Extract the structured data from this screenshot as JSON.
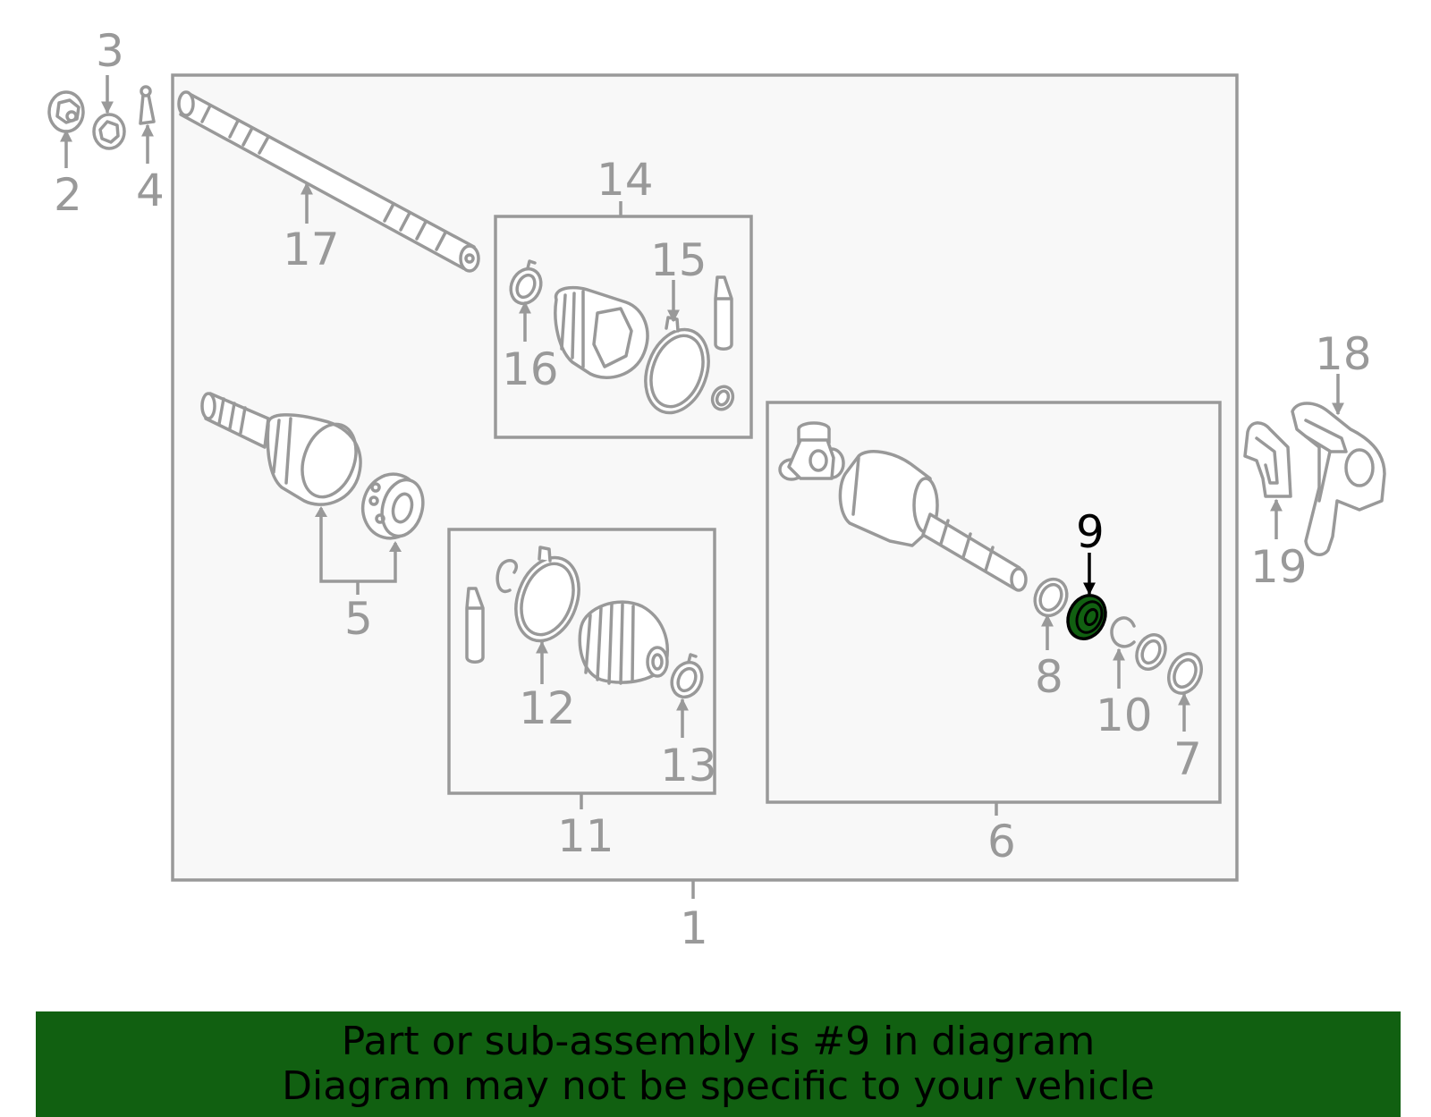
{
  "colors": {
    "line": "#999999",
    "highlight": "#116011",
    "highlight_text": "#000000",
    "panel": "#f8f8f8",
    "banner": "#116011"
  },
  "callouts": {
    "n1": "1",
    "n2": "2",
    "n3": "3",
    "n4": "4",
    "n5": "5",
    "n6": "6",
    "n7": "7",
    "n8": "8",
    "n9": "9",
    "n10": "10",
    "n11": "11",
    "n12": "12",
    "n13": "13",
    "n14": "14",
    "n15": "15",
    "n16": "16",
    "n17": "17",
    "n18": "18",
    "n19": "19"
  },
  "highlighted_part": "9",
  "banner": {
    "line1": "Part or sub-assembly is #9 in diagram",
    "line2": "Diagram may not be specific to your vehicle"
  }
}
